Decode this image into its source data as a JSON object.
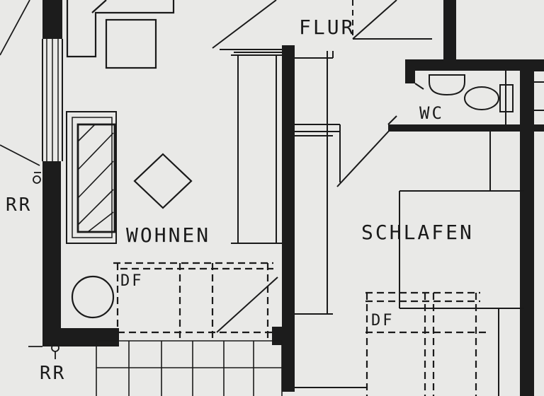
{
  "plan": {
    "rooms": {
      "flur": "FLUR",
      "wc": "WC",
      "wohnen": "WOHNEN",
      "schlafen": "SCHLAFEN"
    },
    "annotations": {
      "rr_upper": "RR",
      "rr_lower": "RR",
      "df_left": "DF",
      "df_right": "DF"
    },
    "colors": {
      "paper": "#e9e9e7",
      "ink": "#1a1a1a"
    }
  }
}
